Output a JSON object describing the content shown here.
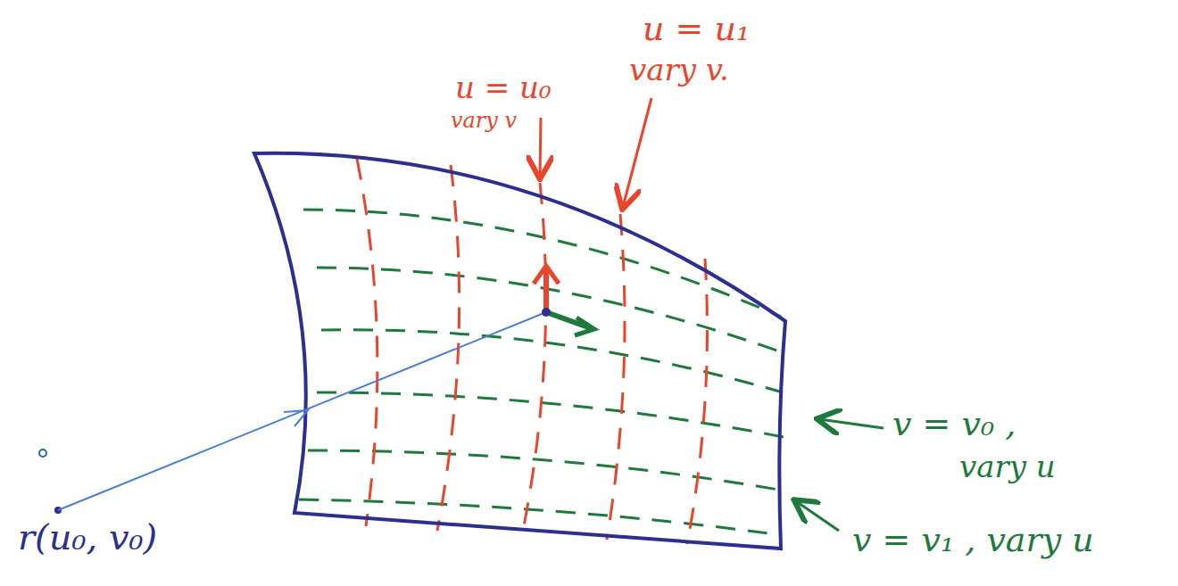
{
  "diagram": {
    "labels": [
      "u = u₀",
      "vary v",
      "u = u₁",
      "vary v.",
      "v = v₀ ,",
      "vary u",
      "v = v₁ , vary u",
      "r(u₀, v₀)"
    ]
  }
}
